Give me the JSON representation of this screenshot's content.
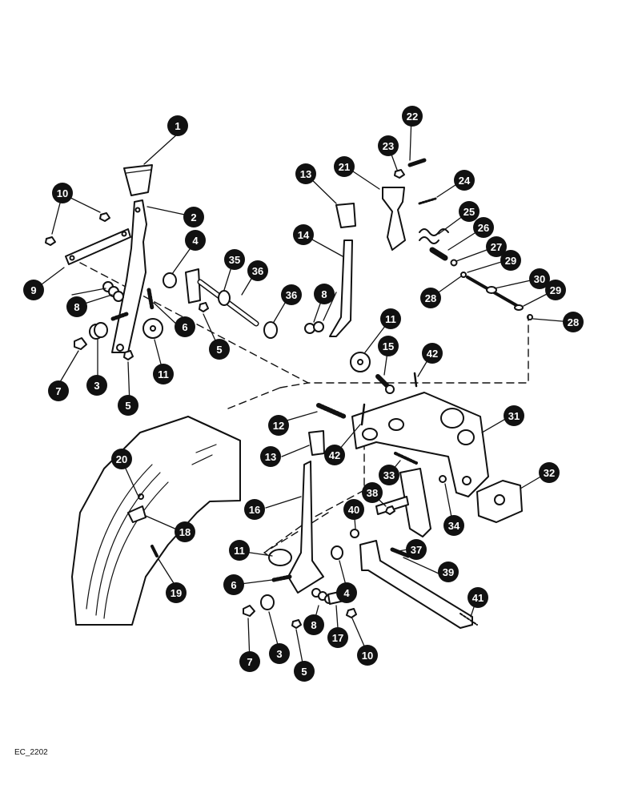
{
  "figure_code": "EC_2202",
  "callouts": [
    "1",
    "2",
    "3",
    "4",
    "5",
    "6",
    "7",
    "8",
    "9",
    "10",
    "11",
    "12",
    "13",
    "14",
    "15",
    "16",
    "17",
    "18",
    "19",
    "20",
    "21",
    "22",
    "23",
    "24",
    "25",
    "26",
    "27",
    "28",
    "29",
    "30",
    "31",
    "32",
    "33",
    "34",
    "35",
    "36",
    "37",
    "38",
    "39",
    "40",
    "41",
    "42"
  ],
  "colors": {
    "ink": "#111111",
    "badge": "#111111",
    "background": "#ffffff"
  }
}
